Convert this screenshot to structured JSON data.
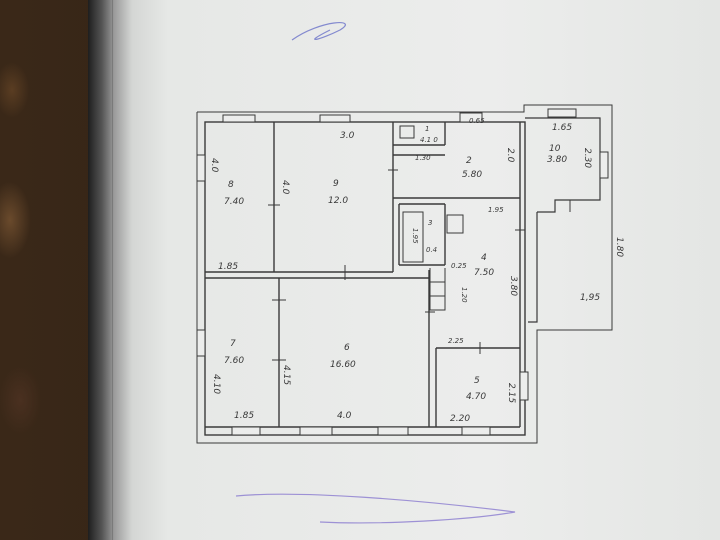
{
  "rooms": [
    {
      "id": "1",
      "number": "1",
      "area": "4.1 0"
    },
    {
      "id": "2",
      "number": "2",
      "area": "5.80"
    },
    {
      "id": "3",
      "number": "3",
      "area": "0.4"
    },
    {
      "id": "4",
      "number": "4",
      "area": "7.50"
    },
    {
      "id": "5",
      "number": "5",
      "area": "4.70"
    },
    {
      "id": "6",
      "number": "6",
      "area": "16.60"
    },
    {
      "id": "7",
      "number": "7",
      "area": "7.60"
    },
    {
      "id": "8",
      "number": "8",
      "area": "7.40"
    },
    {
      "id": "9",
      "number": "9",
      "area": "12.0"
    },
    {
      "id": "10",
      "number": "10",
      "area": "3.80"
    }
  ],
  "dimensions": {
    "d_3_0": "3.0",
    "d_0_65": "0.65",
    "d_1_65": "1.65",
    "d_4_0_left": "4.0",
    "d_4_0_mid": "4.0",
    "d_1_30": "1.30",
    "d_2_0": "2.0",
    "d_2_30": "2.30",
    "d_1_95_a": "1.95",
    "d_1_85_top": "1.85",
    "d_1_95_b": "1.95",
    "d_0_25": "0.25",
    "d_1_20": "1.20",
    "d_3_80": "3.80",
    "d_1_80": "1.80",
    "d_1_95_c": "1,95",
    "d_2_25": "2.25",
    "d_4_10": "4.10",
    "d_4_15": "4.15",
    "d_2_15": "2.15",
    "d_1_85_bottom": "1.85",
    "d_4_0_bottom": "4.0",
    "d_2_20": "2.20"
  }
}
